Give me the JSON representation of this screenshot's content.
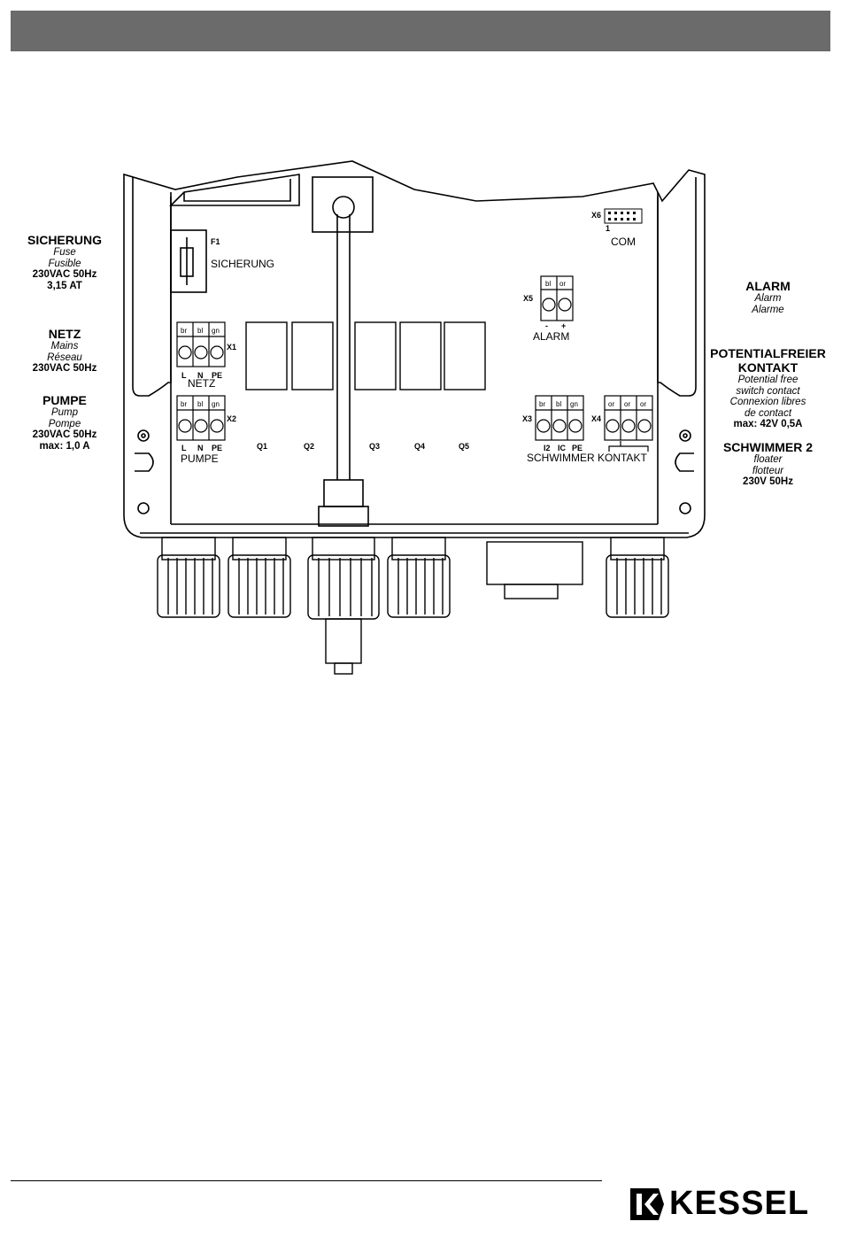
{
  "left_labels": [
    {
      "title": "SICHERUNG",
      "lines": [
        {
          "t": "Fuse",
          "s": "i"
        },
        {
          "t": "Fusible",
          "s": "i"
        },
        {
          "t": "230VAC 50Hz",
          "s": "b"
        },
        {
          "t": "3,15 AT",
          "s": "b"
        }
      ]
    },
    {
      "title": "NETZ",
      "lines": [
        {
          "t": "Mains",
          "s": "i"
        },
        {
          "t": "Réseau",
          "s": "i"
        },
        {
          "t": "230VAC 50Hz",
          "s": "b"
        }
      ]
    },
    {
      "title": "PUMPE",
      "lines": [
        {
          "t": "Pump",
          "s": "i"
        },
        {
          "t": "Pompe",
          "s": "i"
        },
        {
          "t": "230VAC 50Hz",
          "s": "b"
        },
        {
          "t": "max: 1,0 A",
          "s": "b"
        }
      ]
    }
  ],
  "right_labels": [
    {
      "title": "ALARM",
      "lines": [
        {
          "t": "Alarm",
          "s": "i"
        },
        {
          "t": "Alarme",
          "s": "i"
        }
      ]
    },
    {
      "title": "POTENTIALFREIER\nKONTAKT",
      "lines": [
        {
          "t": "Potential free",
          "s": "i"
        },
        {
          "t": "switch contact",
          "s": "i"
        },
        {
          "t": "Connexion libres",
          "s": "i"
        },
        {
          "t": "de contact",
          "s": "i"
        },
        {
          "t": "max: 42V 0,5A",
          "s": "b"
        }
      ]
    },
    {
      "title": "SCHWIMMER 2",
      "lines": [
        {
          "t": "floater",
          "s": "i"
        },
        {
          "t": "flotteur",
          "s": "i"
        },
        {
          "t": "230V 50Hz",
          "s": "b"
        }
      ]
    }
  ],
  "board": {
    "f1": "F1",
    "sicherung": "SICHERUNG",
    "x6": "X6",
    "x6_pin": "1",
    "com": "COM",
    "x5": "X5",
    "alarm": "ALARM",
    "alarm_terms": [
      "bl",
      "or"
    ],
    "alarm_signs": [
      "-",
      "+"
    ],
    "x1": "X1",
    "netz": "NETZ",
    "x2": "X2",
    "pumpe": "PUMPE",
    "lnpe_terms": [
      "br",
      "bl",
      "gn"
    ],
    "lnpe_labels": [
      "L",
      "N",
      "PE"
    ],
    "relays": [
      "Q1",
      "Q2",
      "Q3",
      "Q4",
      "Q5"
    ],
    "x3": "X3",
    "x3_terms": [
      "br",
      "bl",
      "gn"
    ],
    "x3_labels": [
      "I2",
      "IC",
      "PE"
    ],
    "x4": "X4",
    "x4_terms": [
      "or",
      "or",
      "or"
    ],
    "schwimmer_kontakt": "SCHWIMMER KONTAKT"
  },
  "brand": "KESSEL"
}
